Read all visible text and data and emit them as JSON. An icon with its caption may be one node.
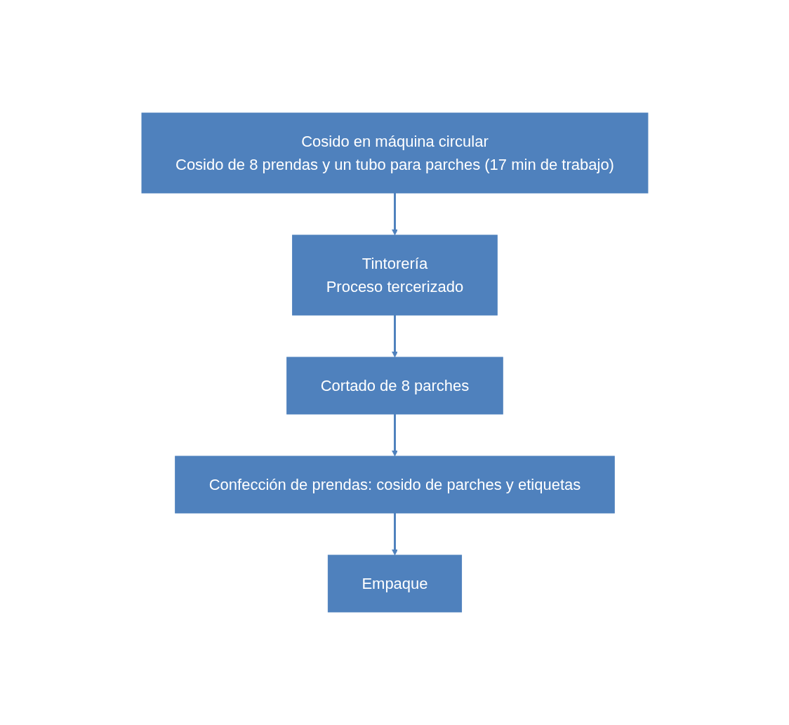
{
  "diagram": {
    "nodes": [
      {
        "text": [
          "Cosido en máquina circular",
          "Cosido de 8 prendas y un tubo para parches (17 min de trabajo)"
        ]
      },
      {
        "text": [
          "Tintorería",
          "Proceso tercerizado"
        ]
      },
      {
        "text": [
          "Cortado de 8 parches"
        ]
      },
      {
        "text": [
          "Confección de prendas: cosido de parches y etiquetas"
        ]
      },
      {
        "text": [
          "Empaque"
        ]
      }
    ],
    "edges": [
      {
        "from": 0,
        "to": 1,
        "arrow": "to"
      },
      {
        "from": 1,
        "to": 2,
        "arrow": "to"
      },
      {
        "from": 2,
        "to": 3,
        "arrow": "to"
      },
      {
        "from": 3,
        "to": 4,
        "arrow": "to"
      }
    ]
  }
}
